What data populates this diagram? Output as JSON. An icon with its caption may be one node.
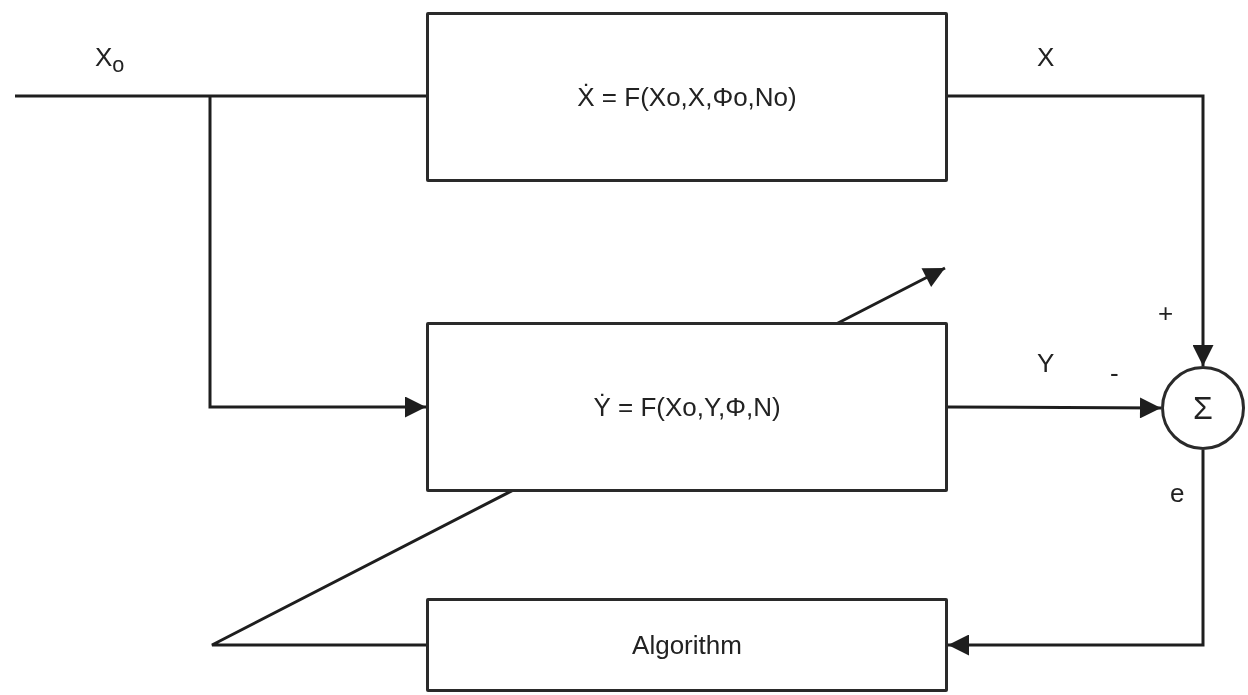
{
  "diagram": {
    "nodes": [
      {
        "text": [
          "Ẋ = F(Xo,X,Φo,No)"
        ]
      },
      {
        "text": [
          "Ẏ = F(Xo,Y,Φ,N)"
        ]
      },
      {
        "text": [
          "Σ"
        ]
      },
      {
        "text": [
          "Algorithm"
        ]
      }
    ],
    "edges": [
      {
        "from": null,
        "to": 0,
        "arrow": "none",
        "label": "X$_{o}$"
      },
      {
        "from": null,
        "to": 1,
        "arrow": "to"
      },
      {
        "from": 0,
        "to": 2,
        "arrow": "to",
        "label": "X"
      },
      {
        "from": 1,
        "to": 2,
        "arrow": "to",
        "label": "Y"
      },
      {
        "from": 2,
        "to": 3,
        "arrow": "to",
        "label": "e"
      },
      {
        "from": 3,
        "to": 1,
        "arrow": "to"
      }
    ],
    "labels": [
      "+",
      "-"
    ]
  }
}
